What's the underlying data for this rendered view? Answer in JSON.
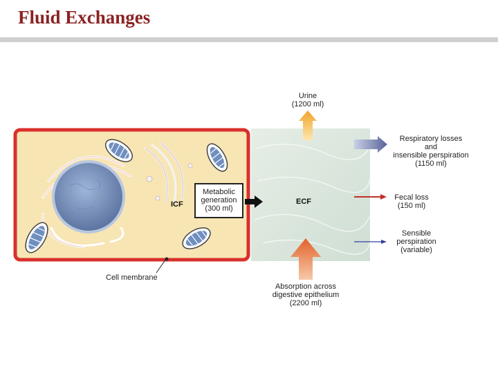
{
  "slide": {
    "title": "Fluid Exchanges"
  },
  "diagram": {
    "compartments": {
      "icf": "ICF",
      "ecf": "ECF"
    },
    "metabolic": {
      "line1": "Metabolic",
      "line2": "generation",
      "line3": "(300 ml)"
    },
    "urine": {
      "line1": "Urine",
      "line2": "(1200 ml)"
    },
    "respiratory": {
      "line1": "Respiratory losses",
      "line2": "and",
      "line3": "insensible perspiration",
      "line4": "(1150 ml)"
    },
    "fecal": {
      "line1": "Fecal loss",
      "line2": "(150 ml)"
    },
    "sensible": {
      "line1": "Sensible",
      "line2": "perspiration",
      "line3": "(variable)"
    },
    "absorption": {
      "line1": "Absorption across",
      "line2": "digestive epithelium",
      "line3": "(2200 ml)"
    },
    "cell_membrane": "Cell membrane"
  },
  "colors": {
    "title": "#8b2323",
    "cell_border": "#d9302c",
    "cytoplasm": "#f7e5b4",
    "ecf": "#dde8dd",
    "nucleus": "#7d97c0",
    "urine_arrow": "#f2b33a",
    "absorption_arrow": "#e8763a",
    "respiratory_arrow": "#6e7aa8",
    "fecal_arrow": "#c0302c",
    "sensible_arrow": "#3040a0"
  }
}
